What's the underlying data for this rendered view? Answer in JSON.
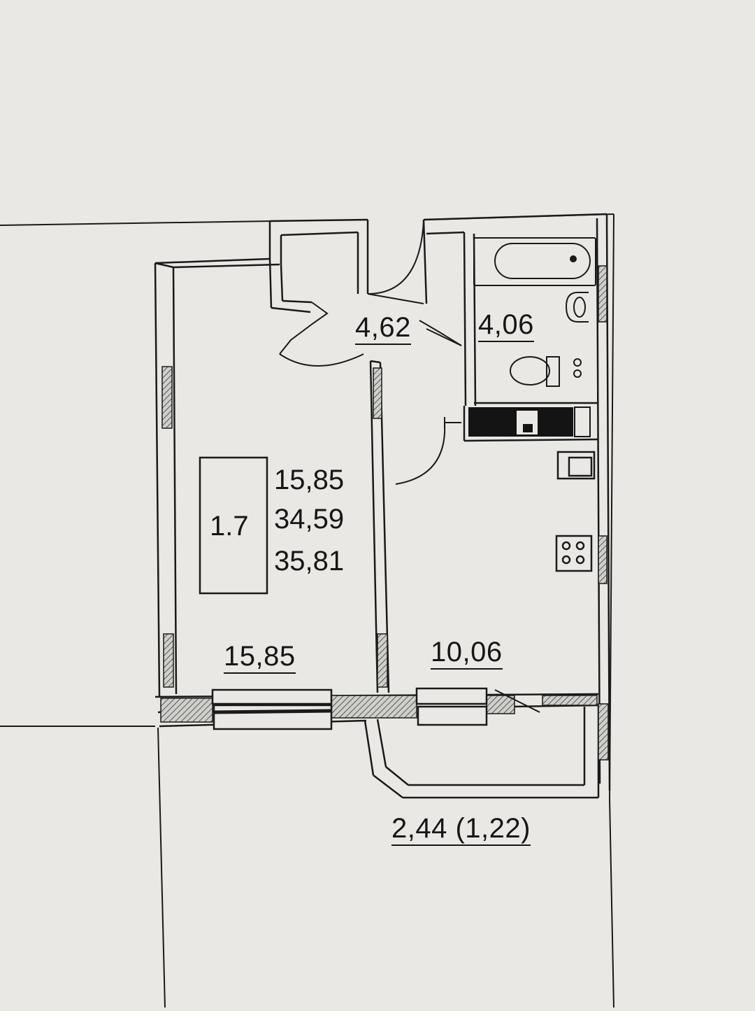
{
  "plan": {
    "apartment_number": "1.7",
    "summary_areas": {
      "living": "15,85",
      "total": "34,59",
      "total_with_balcony": "35,81"
    },
    "rooms": {
      "hall": "4,62",
      "bathroom": "4,06",
      "living_room": "15,85",
      "kitchen": "10,06",
      "balcony": "2,44 (1,22)"
    },
    "colors": {
      "paper": "#e9e8e4",
      "ink": "#161616",
      "hatch": "#6e6e6e"
    }
  }
}
